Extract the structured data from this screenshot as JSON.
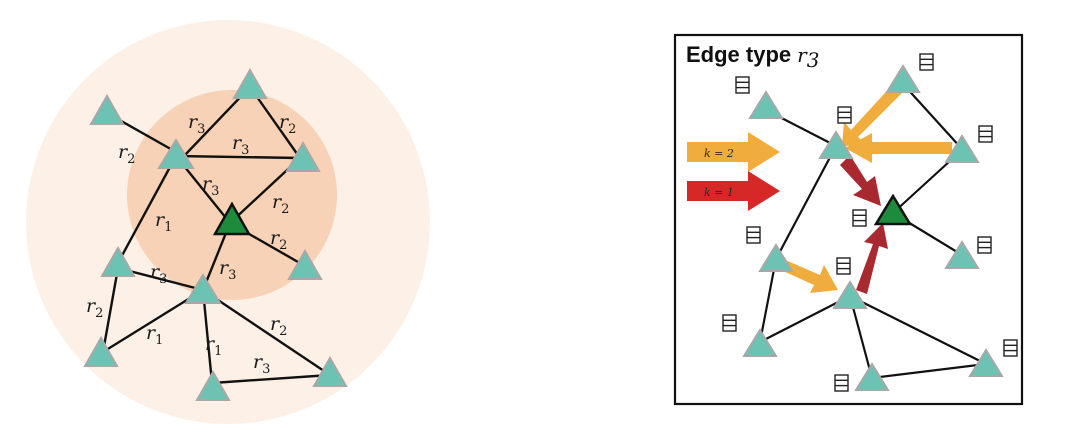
{
  "left_graph": {
    "edge_labels": [
      {
        "name": "r",
        "sub": "2"
      },
      {
        "name": "r",
        "sub": "3"
      },
      {
        "name": "r",
        "sub": "3"
      },
      {
        "name": "r",
        "sub": "2"
      },
      {
        "name": "r",
        "sub": "3"
      },
      {
        "name": "r",
        "sub": "2"
      },
      {
        "name": "r",
        "sub": "1"
      },
      {
        "name": "r",
        "sub": "2"
      },
      {
        "name": "r",
        "sub": "3"
      },
      {
        "name": "r",
        "sub": "3"
      },
      {
        "name": "r",
        "sub": "2"
      },
      {
        "name": "r",
        "sub": "1"
      },
      {
        "name": "r",
        "sub": "1"
      },
      {
        "name": "r",
        "sub": "2"
      },
      {
        "name": "r",
        "sub": "3"
      }
    ]
  },
  "right_panel": {
    "title_text": "Edge type",
    "title_symbol": "r",
    "title_sub": "3",
    "legend": [
      {
        "label": "k = 2",
        "color": "#f0ac3c"
      },
      {
        "label": "k = 1",
        "color": "#d72828"
      }
    ]
  },
  "colors": {
    "node_fill": "#6cc3b3",
    "node_stroke": "#a8a8a8",
    "target_fill": "#1d8a3c",
    "halo_outer": "#fdf0e6",
    "halo_inner": "#f7d2b6",
    "arrow_k2": "#f0ac3c",
    "arrow_k1_dark": "#a82a30",
    "arrow_k1": "#d72828"
  },
  "icons": [
    "node-triangle",
    "feature-vector-icon"
  ],
  "caption": ""
}
